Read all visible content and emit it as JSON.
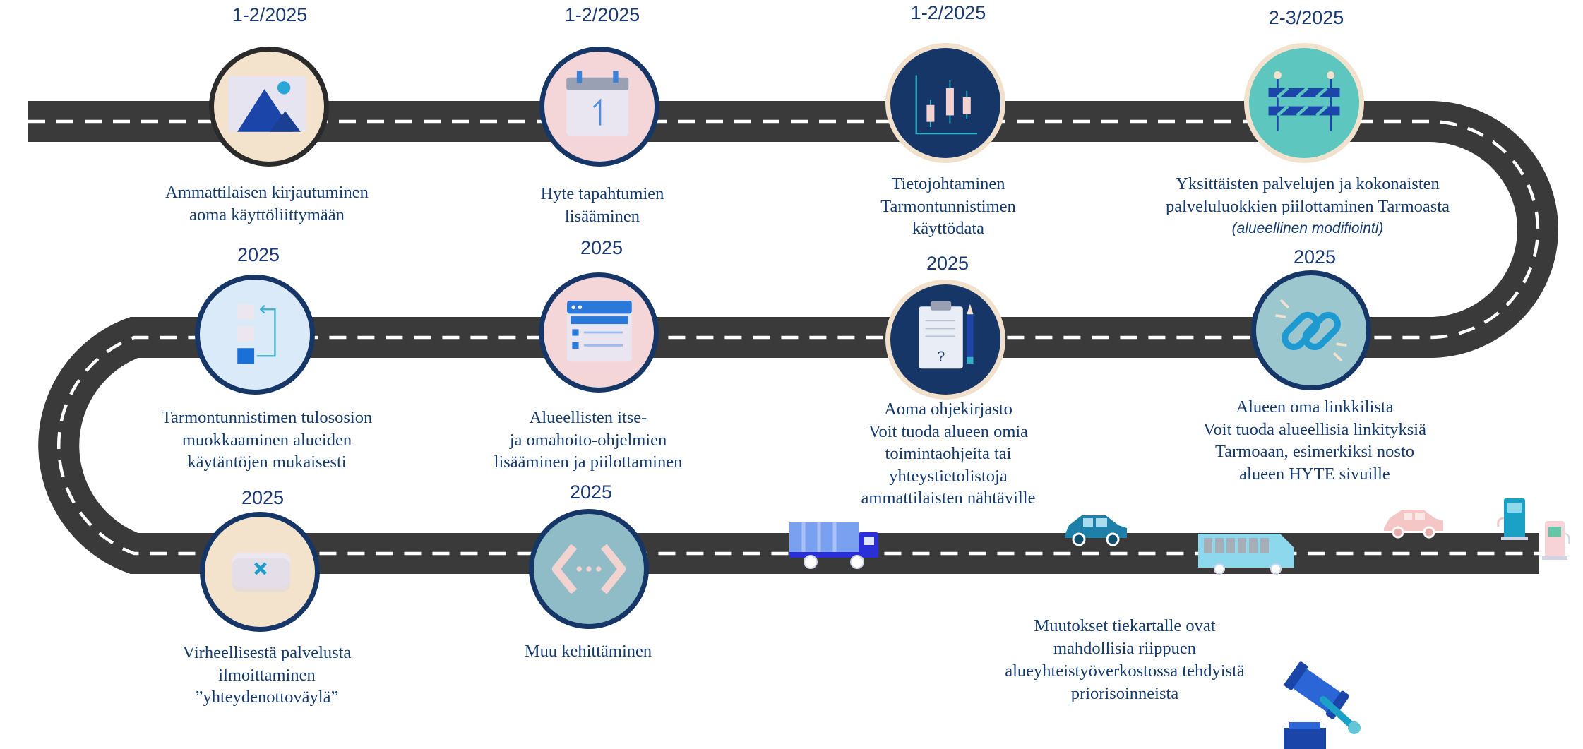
{
  "milestones": [
    {
      "date": "1-2/2025",
      "lines": [
        "Ammattilaisen kirjautuminen",
        "aoma käyttöliittymään"
      ],
      "icon": "image-mountain-icon",
      "color": "#f3e3cc",
      "border": "#2b2b2b"
    },
    {
      "date": "1-2/2025",
      "lines": [
        "Hyte tapahtumien",
        "lisääminen"
      ],
      "icon": "calendar-icon",
      "color": "#f4d6d8",
      "border": "#163668"
    },
    {
      "date": "1-2/2025",
      "lines": [
        "Tietojohtaminen",
        "Tarmontunnistimen",
        "käyttödata"
      ],
      "icon": "candlestick-chart-icon",
      "color": "#163668",
      "border": "#f1e0cc"
    },
    {
      "date": "2-3/2025",
      "lines": [
        "Yksittäisten palvelujen ja kokonaisten",
        "palveluluokkien piilottaminen Tarmoasta"
      ],
      "sub": "(alueellinen modifiointi)",
      "icon": "barrier-icon",
      "color": "#5cc6bf",
      "border": "#f2e2cd"
    },
    {
      "date": "2025",
      "lines": [
        "Alueen oma linkkilista",
        "Voit tuoda alueellisia linkityksiä",
        "Tarmoaan, esimerkiksi nosto",
        "alueen HYTE  sivuille"
      ],
      "icon": "link-icon",
      "color": "#9cc7cf",
      "border": "#163668"
    },
    {
      "date": "2025",
      "lines": [
        "Aoma ohjekirjasto",
        "Voit tuoda alueen omia",
        "toimintaohjeita tai",
        "yhteystietolistoja",
        "ammattilaisten nähtäville"
      ],
      "icon": "clipboard-icon",
      "color": "#163668",
      "border": "#f1e0cc"
    },
    {
      "date": "2025",
      "lines": [
        "Alueellisten itse-",
        "ja omahoito-ohjelmien",
        "lisääminen ja piilottaminen"
      ],
      "icon": "browser-window-icon",
      "color": "#f4d6d8",
      "border": "#163668"
    },
    {
      "date": "2025",
      "lines": [
        "Tarmontunnistimen tulososion",
        "muokkaaminen alueiden",
        "käytäntöjen mukaisesti"
      ],
      "icon": "reorder-list-icon",
      "color": "#dbeaf8",
      "border": "#163668"
    },
    {
      "date": "2025",
      "lines": [
        "Virheellisestä palvelusta",
        "ilmoittaminen",
        "”yhteydenottoväylä”"
      ],
      "icon": "error-key-icon",
      "color": "#f3e3cc",
      "border": "#163668"
    },
    {
      "date": "2025",
      "lines": [
        "Muu kehittäminen"
      ],
      "icon": "code-brackets-icon",
      "color": "#8fbcc6",
      "border": "#163668"
    }
  ],
  "note": {
    "lines": [
      "Muutokset tiekartalle ovat",
      "mahdollisia riippuen",
      "alueyhteistyöverkostossa tehdyistä",
      "priorisoinneista"
    ]
  },
  "colors": {
    "road": "#3a3a3a",
    "dash": "#ffffff",
    "text": "#153a6e"
  },
  "decorations": [
    "truck-icon",
    "car-icon",
    "bus-icon",
    "pink-car-icon",
    "fuel-pump-icon",
    "charging-station-icon",
    "gavel-icon"
  ]
}
